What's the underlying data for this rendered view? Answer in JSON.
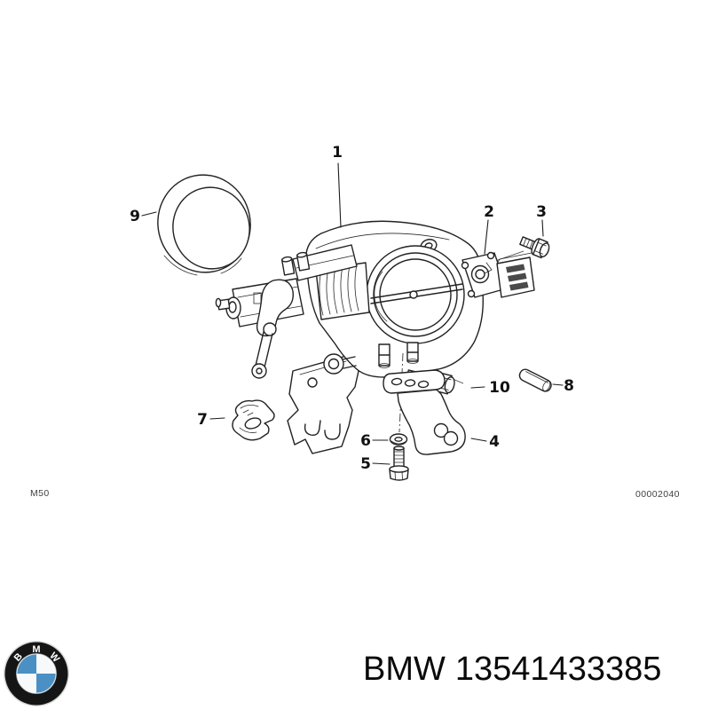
{
  "diagram": {
    "callouts": [
      {
        "n": "1"
      },
      {
        "n": "2"
      },
      {
        "n": "3"
      },
      {
        "n": "4"
      },
      {
        "n": "5"
      },
      {
        "n": "6"
      },
      {
        "n": "7"
      },
      {
        "n": "8"
      },
      {
        "n": "9"
      },
      {
        "n": "10"
      }
    ],
    "engine_code": "M50",
    "drawing_number": "00002040"
  },
  "footer": {
    "brand": "BMW",
    "part_number": "13541433385",
    "logo_letters": [
      "B",
      "M",
      "W"
    ]
  },
  "colors": {
    "line": "#222222",
    "roundel_blue": "#4a90c4",
    "roundel_black": "#151515",
    "footer_text": "#0a0a0a",
    "code_text": "#414141"
  }
}
